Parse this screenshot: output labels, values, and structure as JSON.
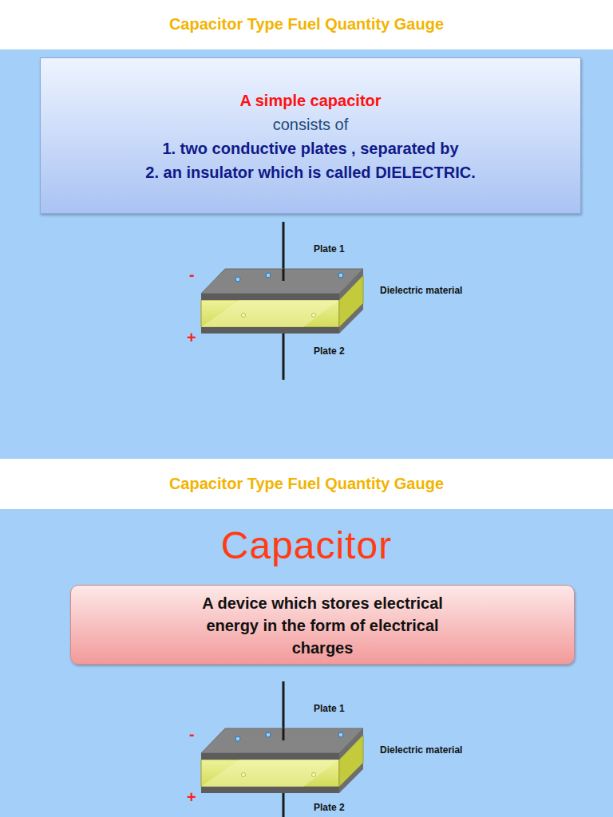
{
  "diagram": {
    "title": "Capacitor Type Fuel Quantity Gauge",
    "nodes": [
      {
        "text": [
          "A simple capacitor",
          "consists of",
          "1. two conductive plates , separated by",
          "2. an insulator which is called DIELECTRIC."
        ]
      },
      {
        "text": [
          "A device which stores electrical energy in the form of electrical charges"
        ]
      }
    ],
    "labels": [
      "Plate 1",
      "Dielectric material",
      "-",
      "+",
      "Plate 2",
      "Capacitor Type Fuel Quantity Gauge",
      "Capacitor",
      "Plate 1",
      "Dielectric material",
      "-",
      "+",
      "Plate 2"
    ]
  }
}
